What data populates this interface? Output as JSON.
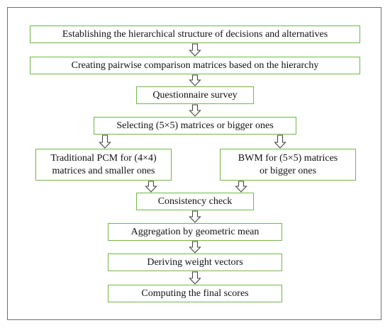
{
  "steps": {
    "s1": "Establishing the hierarchical structure of decisions and alternatives",
    "s2": "Creating pairwise comparison matrices based on the hierarchy",
    "s3": "Questionnaire survey",
    "s4": "Selecting (5×5) matrices or bigger ones",
    "s5a_line1": "Traditional PCM for (4×4)",
    "s5a_line2": "matrices and smaller ones",
    "s5b_line1": "BWM for (5×5) matrices",
    "s5b_line2": "or bigger ones",
    "s6": "Consistency check",
    "s7": "Aggregation by geometric mean",
    "s8": "Deriving weight vectors",
    "s9": "Computing the final scores"
  },
  "colors": {
    "box_border": "#70b848",
    "frame_border": "#6e6e6e",
    "arrow_stroke": "#444444"
  },
  "icons": {
    "flow_arrow": "hollow-down-arrow-icon"
  }
}
